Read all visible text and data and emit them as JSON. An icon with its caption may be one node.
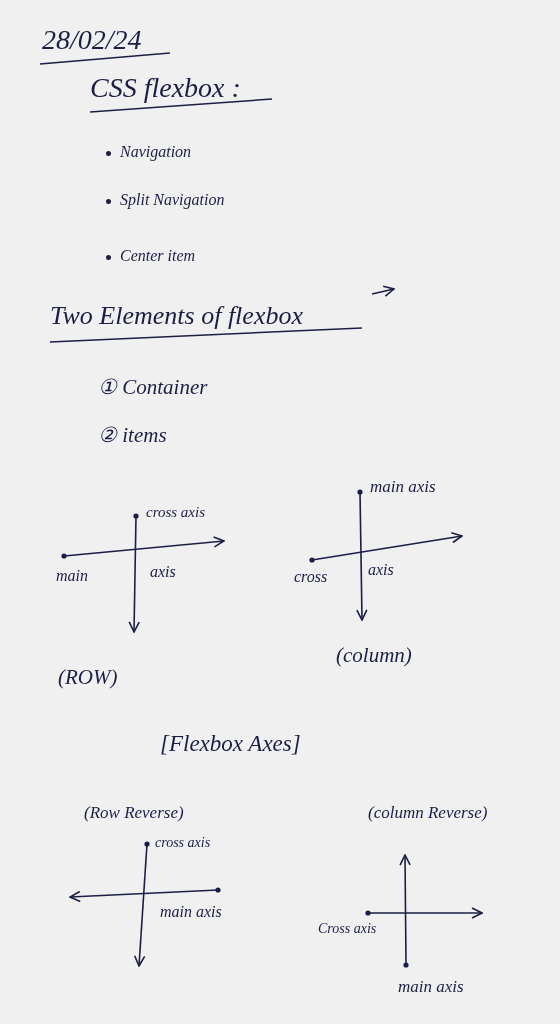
{
  "diagram": {
    "title": "CSS flexbox :",
    "labels": [
      "28/02/24",
      "Navigation",
      "Split Navigation",
      "Center item",
      "Two Elements of flexbox",
      "① Container",
      "② items",
      "cross axis",
      "main",
      "axis",
      "(ROW)",
      "main axis",
      "cross",
      "axis",
      "(column)",
      "[Flexbox Axes]",
      "(Row Reverse)",
      "cross axis",
      "main axis",
      "(column Reverse)",
      "Cross axis",
      "main axis"
    ]
  }
}
